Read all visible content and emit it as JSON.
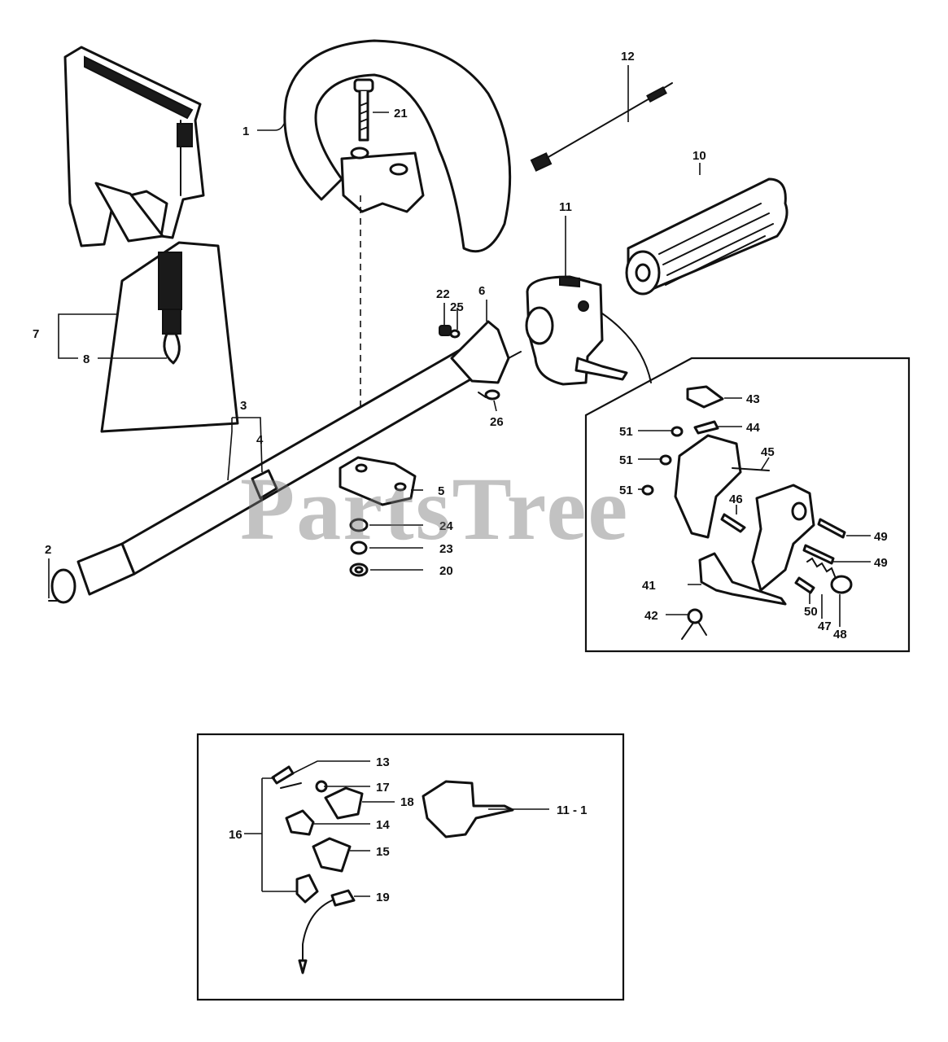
{
  "watermark": "PartsTree",
  "callouts": [
    "1",
    "2",
    "3",
    "4",
    "5",
    "6",
    "7",
    "8",
    "10",
    "11",
    "12",
    "20",
    "21",
    "22",
    "23",
    "24",
    "25",
    "26",
    "41",
    "42",
    "43",
    "44",
    "45",
    "46",
    "47",
    "48",
    "49",
    "49",
    "50",
    "51",
    "51",
    "51",
    "13",
    "14",
    "15",
    "16",
    "17",
    "18",
    "19",
    "11 - 1"
  ]
}
